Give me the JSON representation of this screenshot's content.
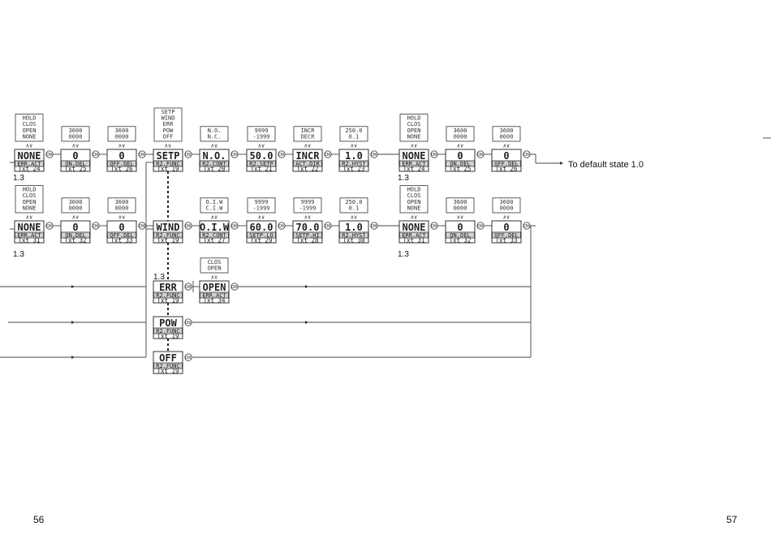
{
  "page": {
    "left_number": "56",
    "right_number": "57"
  },
  "ok_label": "OK",
  "sel_glyph": "∧∨",
  "exit_caption": "To default state 1.0",
  "section_labels": [
    {
      "id": "1-3-row1-left",
      "text": "1.3"
    },
    {
      "id": "1-3-row2-left",
      "text": "1.3"
    },
    {
      "id": "1-3-err",
      "text": "1.3"
    },
    {
      "id": "1-3-row1-right",
      "text": "1.3"
    },
    {
      "id": "1-3-row2-right",
      "text": "1.3"
    }
  ],
  "boxes": [
    {
      "id": "r1-erract-a",
      "value": "NONE",
      "param": "ERR.ACT",
      "txt": "Txt 24",
      "options": [
        "HOLD",
        "CLOS",
        "OPEN",
        "NONE"
      ]
    },
    {
      "id": "r1-ondel-a",
      "value": "0",
      "param": "ON.DEL",
      "txt": "Txt 25",
      "options": [
        "3600",
        "0000"
      ]
    },
    {
      "id": "r1-offdel-a",
      "value": "0",
      "param": "OFF.DEL",
      "txt": "Txt 26",
      "options": [
        "3600",
        "0000"
      ]
    },
    {
      "id": "r1-r2func",
      "value": "SETP",
      "param": "R2.FUNC",
      "txt": "Txt 19",
      "options": [
        "SETP",
        "WIND",
        "ERR",
        "POW",
        "OFF"
      ]
    },
    {
      "id": "r1-r2cont",
      "value": "N.O.",
      "param": "R2.CONT",
      "txt": "Txt 20",
      "options": [
        "N.O.",
        "N.C."
      ]
    },
    {
      "id": "r1-r2setp",
      "value": "50.0",
      "param": "R2.SETP",
      "txt": "Txt 21",
      "options": [
        "9999",
        "-1999"
      ]
    },
    {
      "id": "r1-actdir",
      "value": "INCR",
      "param": "ACT.DIR",
      "txt": "Txt 22",
      "options": [
        "INCR",
        "DECR"
      ]
    },
    {
      "id": "r1-r2hyst",
      "value": "1.0",
      "param": "R2.HYST",
      "txt": "Txt 23",
      "options": [
        "250.0",
        "0.1"
      ]
    },
    {
      "id": "r1-erract-b",
      "value": "NONE",
      "param": "ERR.ACT",
      "txt": "Txt 24",
      "options": [
        "HOLD",
        "CLOS",
        "OPEN",
        "NONE"
      ]
    },
    {
      "id": "r1-ondel-b",
      "value": "0",
      "param": "ON.DEL",
      "txt": "Txt 25",
      "options": [
        "3600",
        "0000"
      ]
    },
    {
      "id": "r1-offdel-b",
      "value": "0",
      "param": "OFF.DEL",
      "txt": "Txt 26",
      "options": [
        "3600",
        "0000"
      ]
    },
    {
      "id": "r2-erract-a",
      "value": "NONE",
      "param": "ERR.ACT",
      "txt": "Txt 31",
      "options": [
        "HOLD",
        "CLOS",
        "OPEN",
        "NONE"
      ]
    },
    {
      "id": "r2-ondel-a",
      "value": "0",
      "param": "ON.DEL",
      "txt": "Txt 32",
      "options": [
        "3600",
        "0000"
      ]
    },
    {
      "id": "r2-offdel-a",
      "value": "0",
      "param": "OFF.DEL",
      "txt": "Txt 33",
      "options": [
        "3600",
        "0000"
      ]
    },
    {
      "id": "r2-r2func",
      "value": "WIND",
      "param": "R2.FUNC",
      "txt": "Txt 19",
      "options": []
    },
    {
      "id": "r2-r2cont",
      "value": "O.I.W",
      "param": "R2.CONT",
      "txt": "Txt 27",
      "options": [
        "O.I.W",
        "C.I.W"
      ]
    },
    {
      "id": "r2-setplo",
      "value": "60.0",
      "param": "SETP.LO",
      "txt": "Txt 29",
      "options": [
        "9999",
        "-1999"
      ]
    },
    {
      "id": "r2-setphi",
      "value": "70.0",
      "param": "SETP.HI",
      "txt": "Txt 28",
      "options": [
        "9999",
        "-1999"
      ]
    },
    {
      "id": "r2-r2hyst",
      "value": "1.0",
      "param": "R2.HYST",
      "txt": "Txt 30",
      "options": [
        "250.0",
        "0.1"
      ]
    },
    {
      "id": "r2-erract-b",
      "value": "NONE",
      "param": "ERR.ACT",
      "txt": "Txt 31",
      "options": [
        "HOLD",
        "CLOS",
        "OPEN",
        "NONE"
      ]
    },
    {
      "id": "r2-ondel-b",
      "value": "0",
      "param": "ON.DEL",
      "txt": "Txt 32",
      "options": [
        "3600",
        "0000"
      ]
    },
    {
      "id": "r2-offdel-b",
      "value": "0",
      "param": "OFF.DEL",
      "txt": "Txt 33",
      "options": [
        "3600",
        "0000"
      ]
    },
    {
      "id": "r3-r2func",
      "value": "ERR",
      "param": "R2.FUNC",
      "txt": "Txt 19",
      "options": []
    },
    {
      "id": "r3-erract",
      "value": "OPEN",
      "param": "ERR.ACT",
      "txt": "Txt 34",
      "options": [
        "CLOS",
        "OPEN"
      ]
    },
    {
      "id": "r4-r2func",
      "value": "POW",
      "param": "R2.FUNC",
      "txt": "Txt 19",
      "options": []
    },
    {
      "id": "r5-r2func",
      "value": "OFF",
      "param": "R2.FUNC",
      "txt": "Txt 19",
      "options": []
    }
  ]
}
